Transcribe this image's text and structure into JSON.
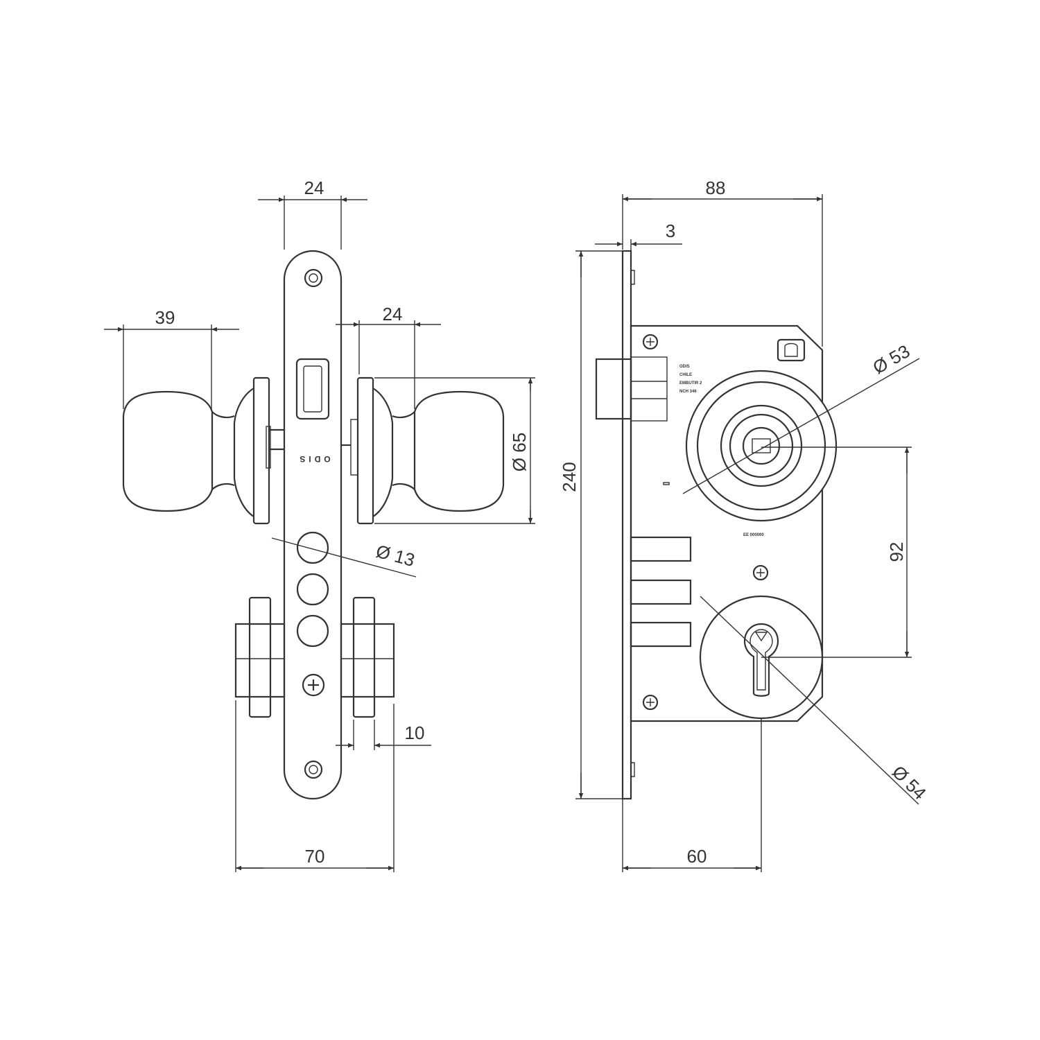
{
  "dimensions": {
    "faceplate_width": "24",
    "knob_depth": "39",
    "rose_to_knob": "24",
    "knob_diameter": "65",
    "follower_hole_diameter": "13",
    "rose_thickness": "10",
    "overall_depth": "70",
    "case_depth": "88",
    "faceplate_thickness": "3",
    "height": "240",
    "knob_rose_diameter": "53",
    "center_distance": "92",
    "cylinder_rose_diameter": "54",
    "backset": "60"
  },
  "labels": {
    "brand": "ODIS",
    "label_line1": "ODIS",
    "label_line2": "CHILE",
    "label_line3": "EMBUTIR 2",
    "label_line4": "NCH 346",
    "serial": "EE 000000"
  },
  "colors": {
    "line": "#333333",
    "background": "#ffffff"
  }
}
